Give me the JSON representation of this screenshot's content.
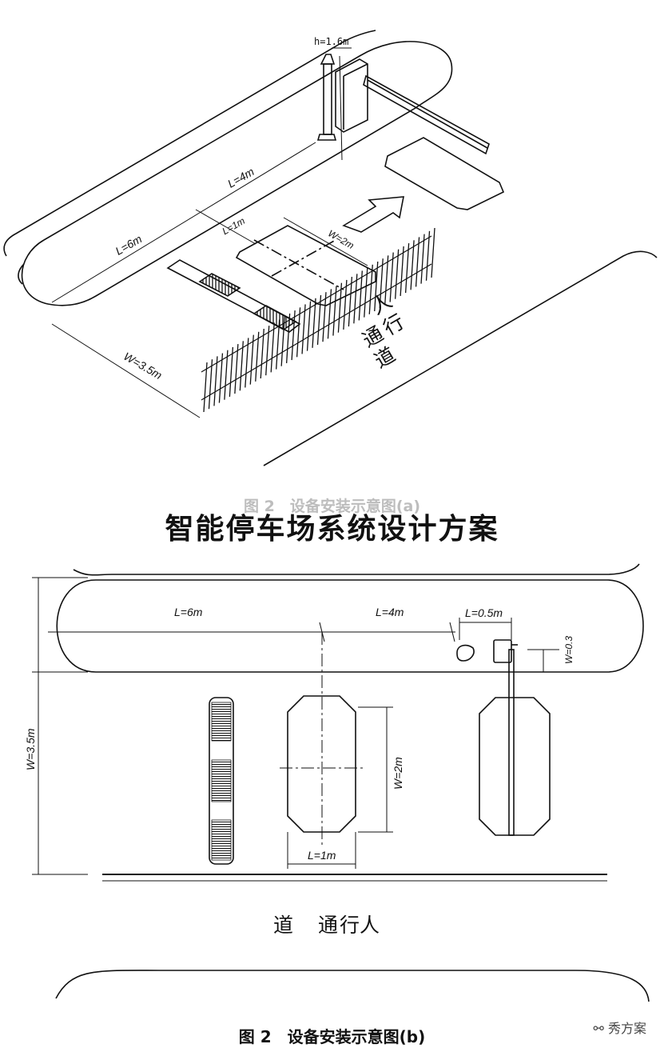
{
  "title": "智能停车场系统设计方案",
  "figure_a": {
    "caption": "图 2　设备安装示意图(a)",
    "height_label": "h=1.6m",
    "L4": "L=4m",
    "L1": "L=1m",
    "L6": "L=6m",
    "W2": "W=2m",
    "W35": "W=3.5m",
    "walkway": [
      "人",
      "行",
      "通",
      "道"
    ]
  },
  "figure_b": {
    "caption": "图 2　设备安装示意图(b)",
    "L6": "L=6m",
    "L4": "L=4m",
    "L05": "L=0.5m",
    "W03": "W=0.3",
    "W35": "W=3.5m",
    "W2": "W=2m",
    "L1": "L=1m",
    "walkway": [
      "人",
      "行",
      "通",
      "道"
    ]
  },
  "watermark": "秀方案",
  "colors": {
    "line": "#111111",
    "caption_faded": "#bdbdbd"
  }
}
